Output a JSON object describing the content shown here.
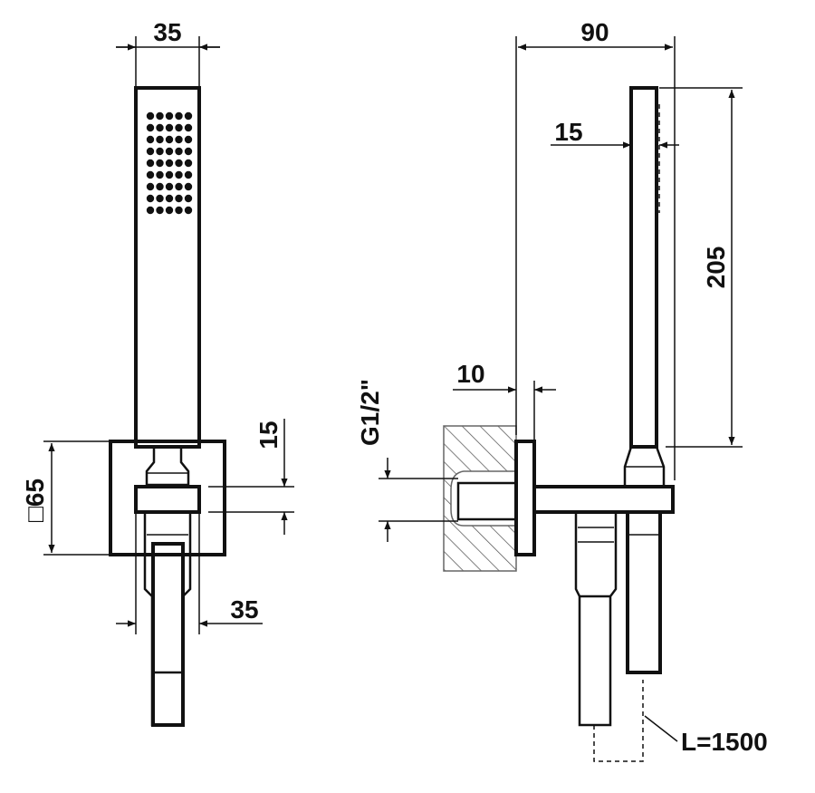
{
  "dimensions": {
    "front_head_width": "35",
    "front_base_square": "□65",
    "front_holder_height": "15",
    "front_hose_width": "35",
    "side_total_depth": "90",
    "side_head_depth": "15",
    "side_head_length": "205",
    "side_wall_plate": "10",
    "side_thread": "G1/2\"",
    "side_hose_length": "L=1500"
  },
  "colors": {
    "line": "#111111",
    "background": "#ffffff"
  },
  "icons": {
    "arrowhead": "arrowhead-icon",
    "nozzle_grid": "nozzle-dot-grid",
    "wall_section": "hatched-wall-section"
  }
}
